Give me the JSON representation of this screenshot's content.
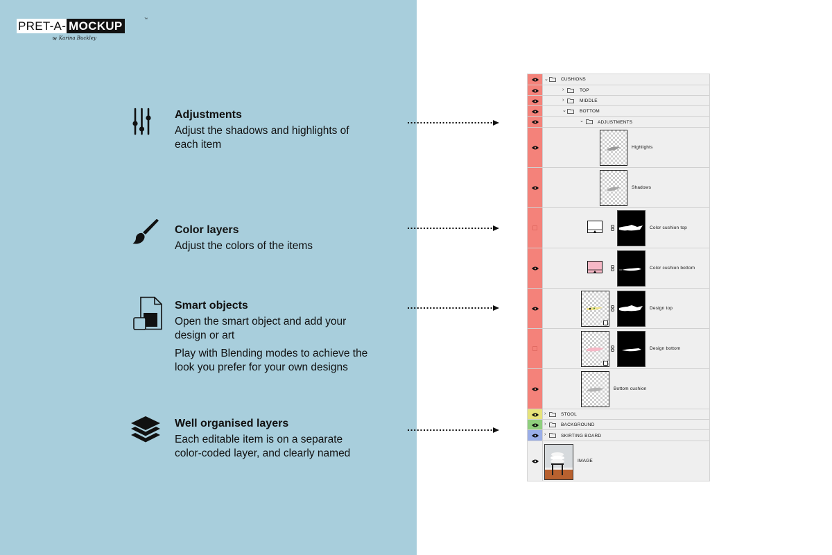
{
  "logo": {
    "part1": "PRET-A-",
    "part2": "MOCKUP",
    "tm": "™",
    "byline_prefix": "by",
    "byline_signature": "Karina Buckley"
  },
  "features": [
    {
      "icon": "sliders-icon",
      "title": "Adjustments",
      "description": "Adjust the shadows and highlights of\neach item"
    },
    {
      "icon": "paintbrush-icon",
      "title": "Color layers",
      "description": "Adjust the colors of the items"
    },
    {
      "icon": "smart-object-file-icon",
      "title": "Smart objects",
      "description": "Open the smart object and add your\ndesign or art",
      "description2": "Play with Blending modes to achieve the\nlook you prefer for your own designs"
    },
    {
      "icon": "stacked-layers-icon",
      "title": "Well organised layers",
      "description": "Each editable item is on a separate\ncolor-coded layer, and clearly named"
    }
  ],
  "colors": {
    "left_panel": "#a8cedc",
    "red_code": "#f4827a",
    "yellow_code": "#e6e37a",
    "green_code": "#8fcf7d",
    "blue_code": "#9aaee8",
    "pink_fill": "#f6b8c6"
  },
  "layers": {
    "cushions": "CUSHIONS",
    "top": "TOP",
    "middle": "MIDDLE",
    "bottom": "BOTTOM",
    "adjustments": "ADJUSTMENTS",
    "highlights": "Highlights",
    "shadows": "Shadows",
    "color_cushion_top": "Color cushion top",
    "color_cushion_bottom": "Color cushion bottom",
    "design_top": "Design top",
    "design_bottom": "Design bottom",
    "bottom_cushion": "Bottom cushion",
    "stool": "STOOL",
    "background": "BACKGROUND",
    "skirting_board": "SKIRTING BOARD",
    "image": "IMAGE"
  }
}
